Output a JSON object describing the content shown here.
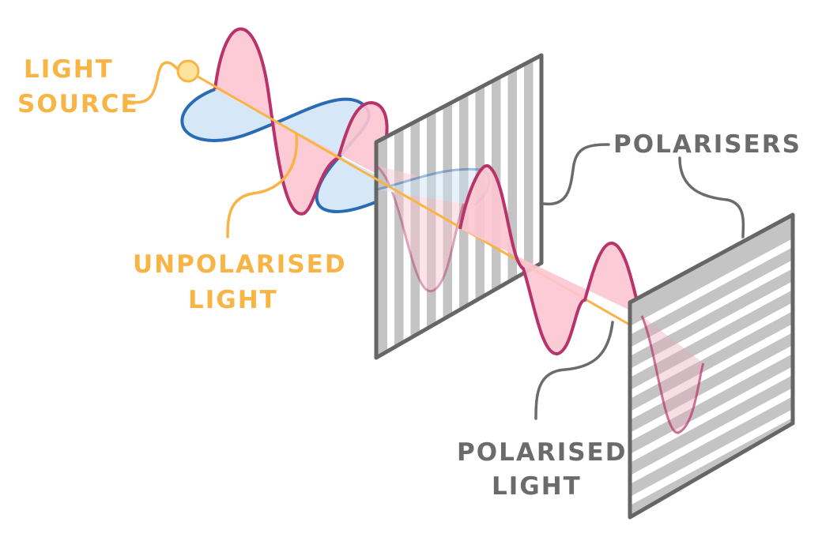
{
  "labels": {
    "light_source": [
      "LIGHT",
      "SOURCE"
    ],
    "unpolarised_light": [
      "UNPOLARISED",
      "LIGHT"
    ],
    "polarisers": "POLARISERS",
    "polarised_light": [
      "POLARISED",
      "LIGHT"
    ]
  },
  "colors": {
    "accent_orange": "#f8b445",
    "label_grey": "#6b6b6b",
    "wave_vertical_stroke": "#b8336a",
    "wave_vertical_fill": "#fcc5d0",
    "wave_horizontal_stroke": "#2a6bb5",
    "wave_horizontal_fill": "#cfe4f7",
    "polariser_grey": "#c4c4c4",
    "polariser_border": "#666666"
  }
}
